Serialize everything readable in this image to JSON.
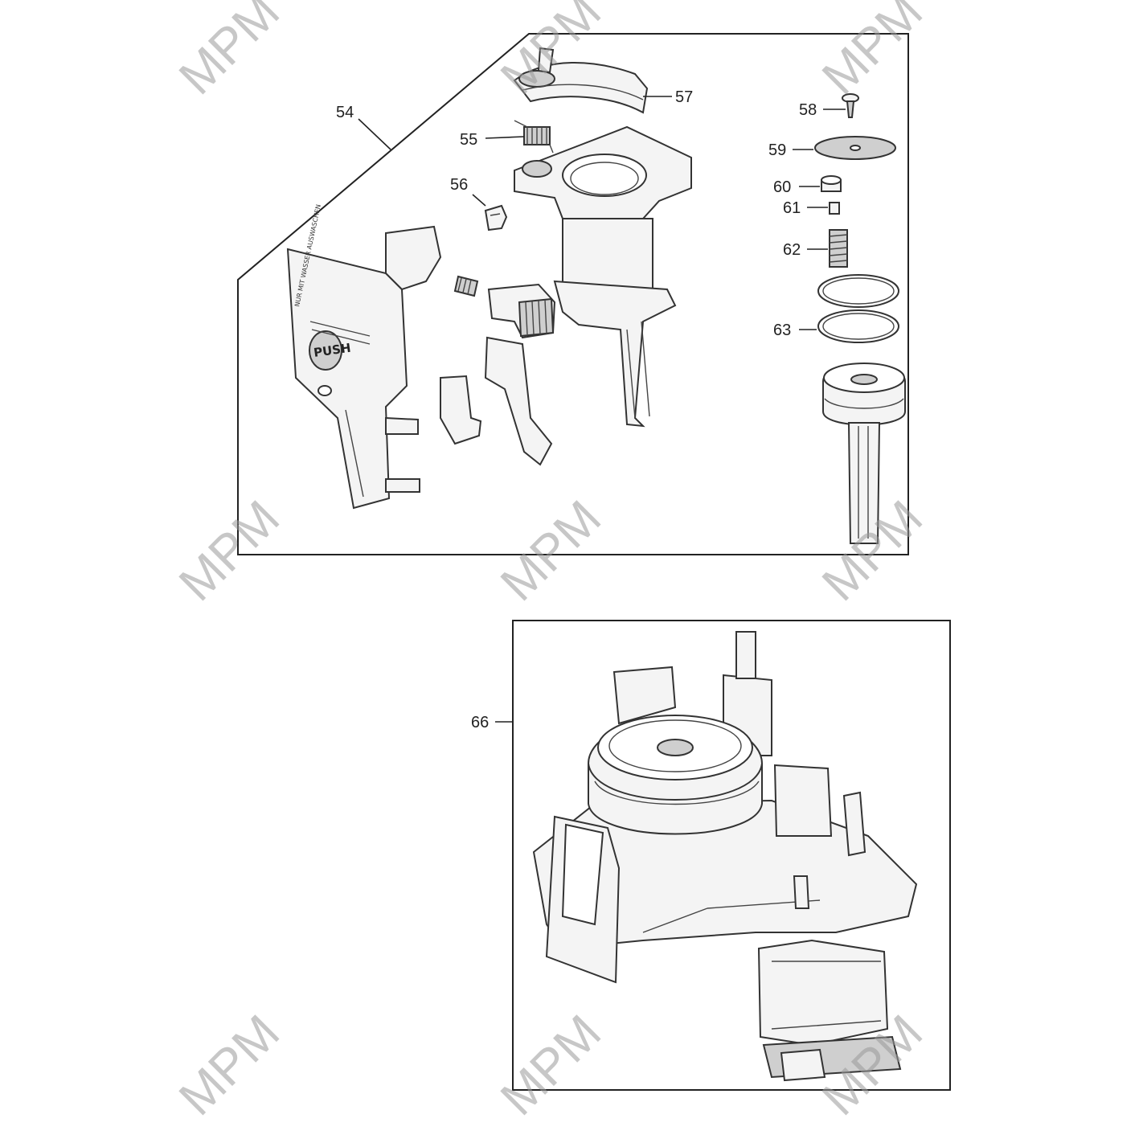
{
  "watermark": {
    "text": "MPM",
    "color": "#9a9a9a"
  },
  "assembly_upper": {
    "callouts": {
      "c54": "54",
      "c55": "55",
      "c56": "56",
      "c57": "57",
      "c58": "58",
      "c59": "59",
      "c60": "60",
      "c61": "61",
      "c62": "62",
      "c63": "63"
    },
    "button_label": "PUSH"
  },
  "assembly_lower": {
    "callouts": {
      "c66": "66"
    }
  }
}
